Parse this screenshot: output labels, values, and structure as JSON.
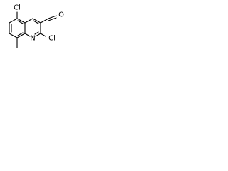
{
  "molecule": {
    "atoms": {
      "cl_top": "Cl",
      "cl_right": "Cl",
      "nitrogen": "N",
      "oxygen": "O"
    },
    "bond_color": "#000000",
    "label_color": "#000000",
    "background": "#ffffff"
  }
}
